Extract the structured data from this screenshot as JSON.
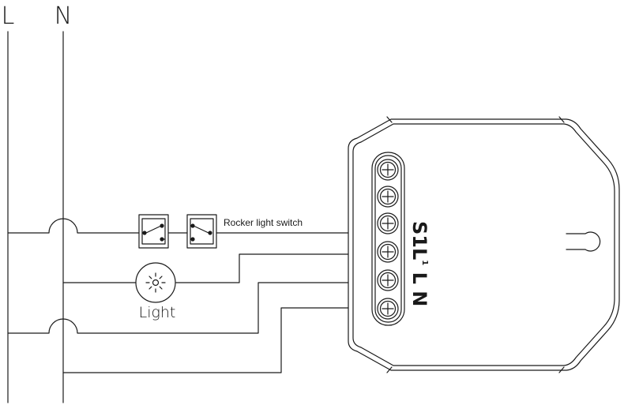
{
  "bus": {
    "live_label": "L",
    "neutral_label": "N"
  },
  "switch": {
    "label": "Rocker light switch"
  },
  "lamp": {
    "label": "Light"
  },
  "module": {
    "terminal_labels": [
      "S1",
      "L",
      "1",
      "L",
      "N"
    ],
    "terminal_count": 6
  },
  "colors": {
    "line": "#1a1a1a",
    "background": "#ffffff"
  }
}
